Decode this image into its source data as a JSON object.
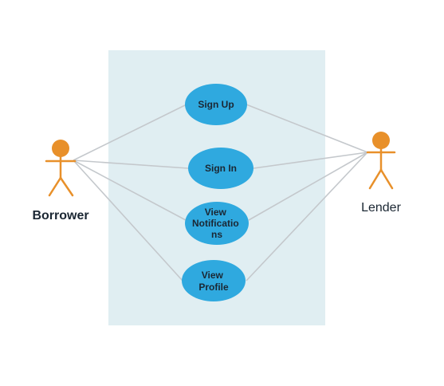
{
  "actors": [
    {
      "id": "borrower",
      "label": "Borrower"
    },
    {
      "id": "lender",
      "label": "Lender"
    }
  ],
  "use_cases": [
    {
      "id": "sign-up",
      "lines": [
        "Sign Up"
      ]
    },
    {
      "id": "sign-in",
      "lines": [
        "Sign In"
      ]
    },
    {
      "id": "view-notifications",
      "lines": [
        "View",
        "Notificatio",
        "ns"
      ]
    },
    {
      "id": "view-profile",
      "lines": [
        "View",
        "Profile"
      ]
    }
  ],
  "colors": {
    "system_box": "#e0eef2",
    "use_case_fill": "#2fa9df",
    "actor": "#e8902a",
    "line": "#c4c8cc",
    "text": "#1b2733"
  }
}
